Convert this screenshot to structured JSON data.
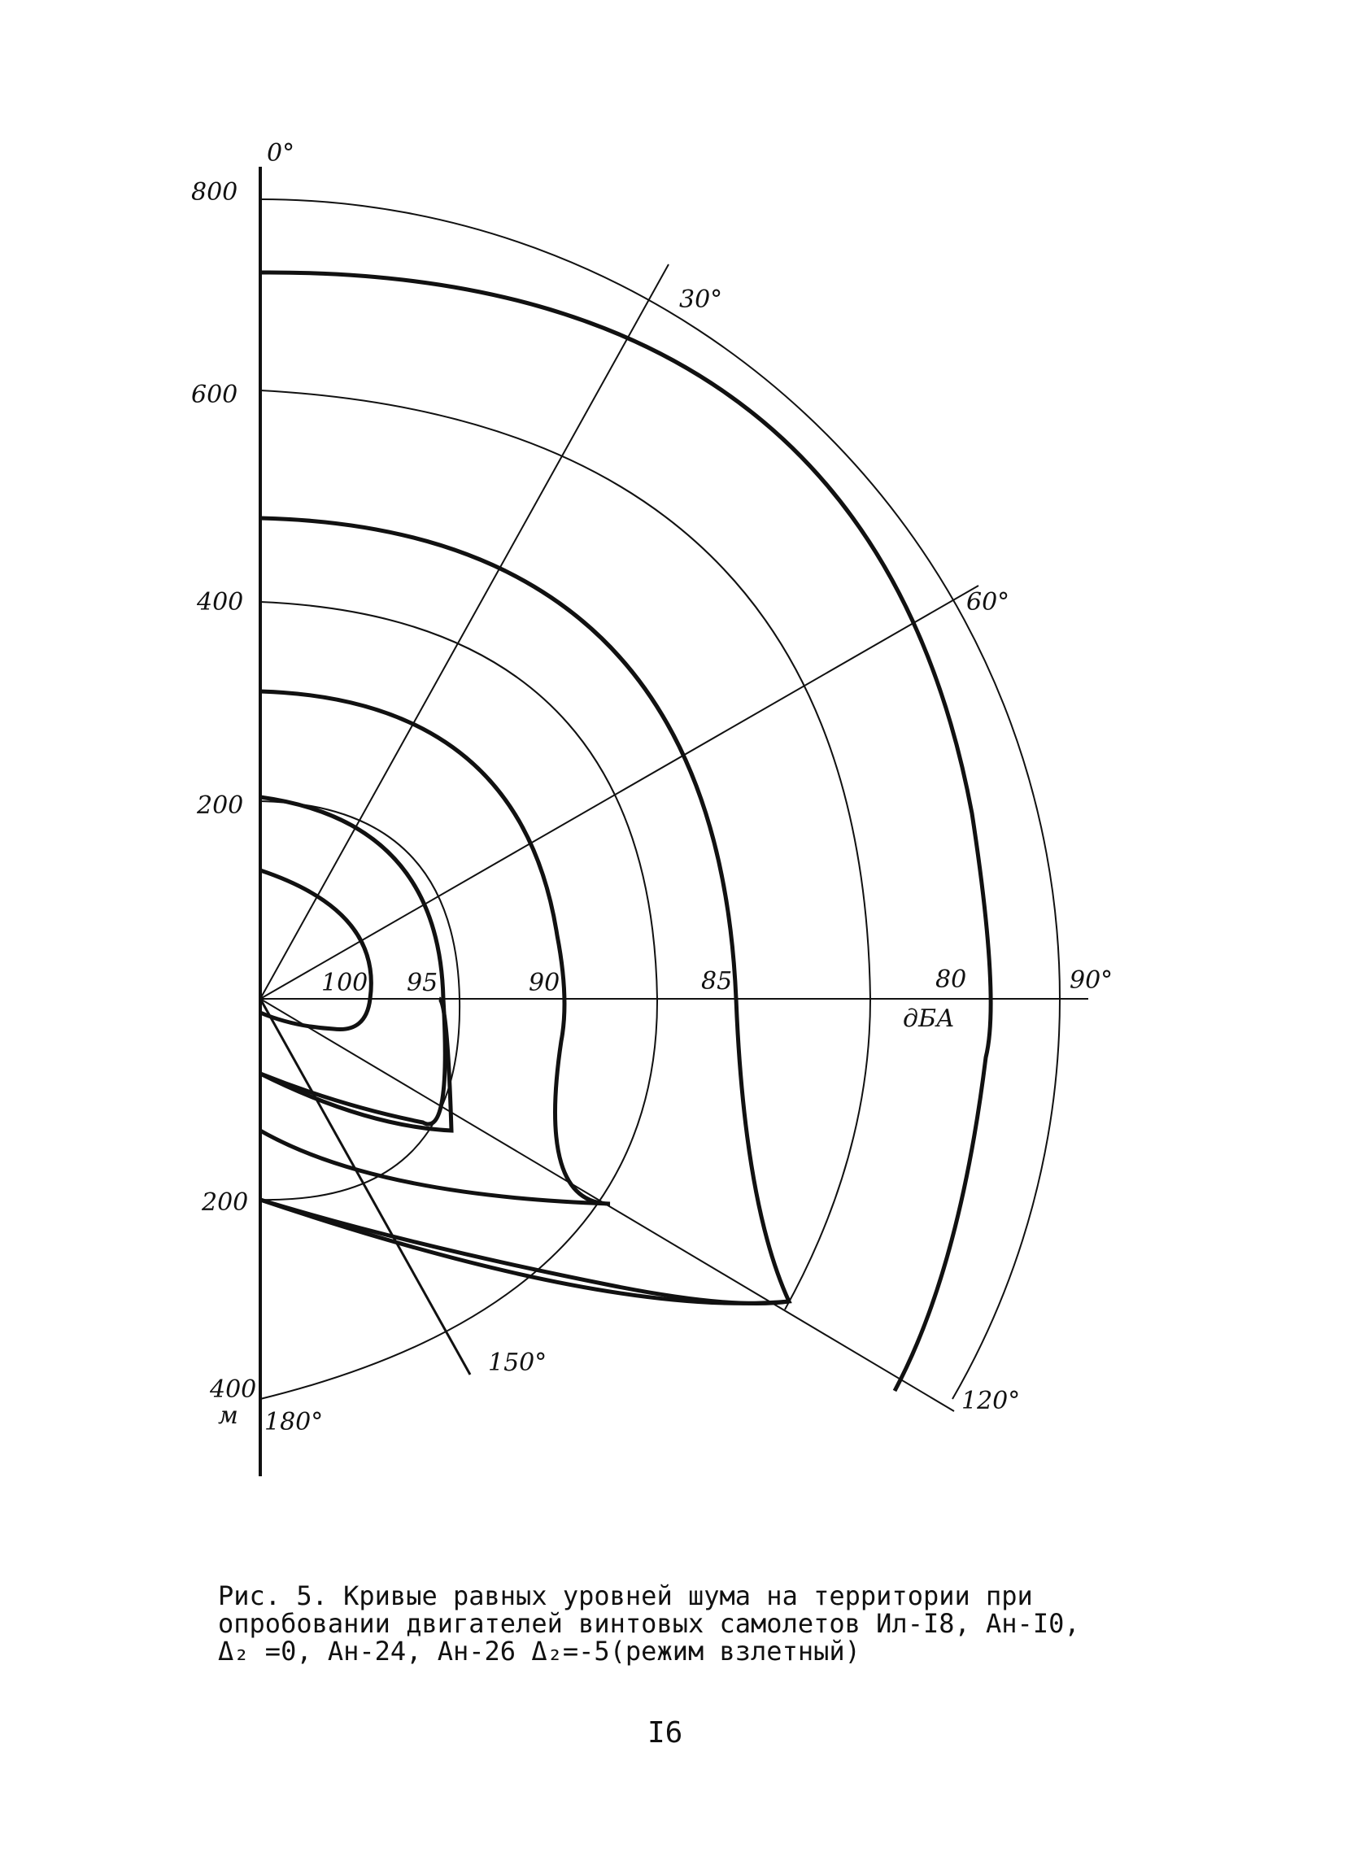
{
  "figure": {
    "distance_labels_upper": [
      "800",
      "600",
      "400",
      "200"
    ],
    "distance_labels_lower": [
      "200",
      "400"
    ],
    "distance_unit": "м",
    "angle_labels": [
      "0°",
      "30°",
      "60°",
      "90°",
      "120°",
      "150°",
      "180°"
    ],
    "level_labels": [
      "100",
      "95",
      "90",
      "85",
      "80"
    ],
    "level_unit": "дБА"
  },
  "caption": {
    "line1": "Рис. 5. Кривые равных уровней шума на территории при",
    "line2": "опробовании двигателей винтовых самолетов Ил-I8, Ан-I0,",
    "line3": "Δ₂ =0, Ан-24, Ан-26 Δ₂=-5(режим взлетный)"
  },
  "page_number": "I6"
}
